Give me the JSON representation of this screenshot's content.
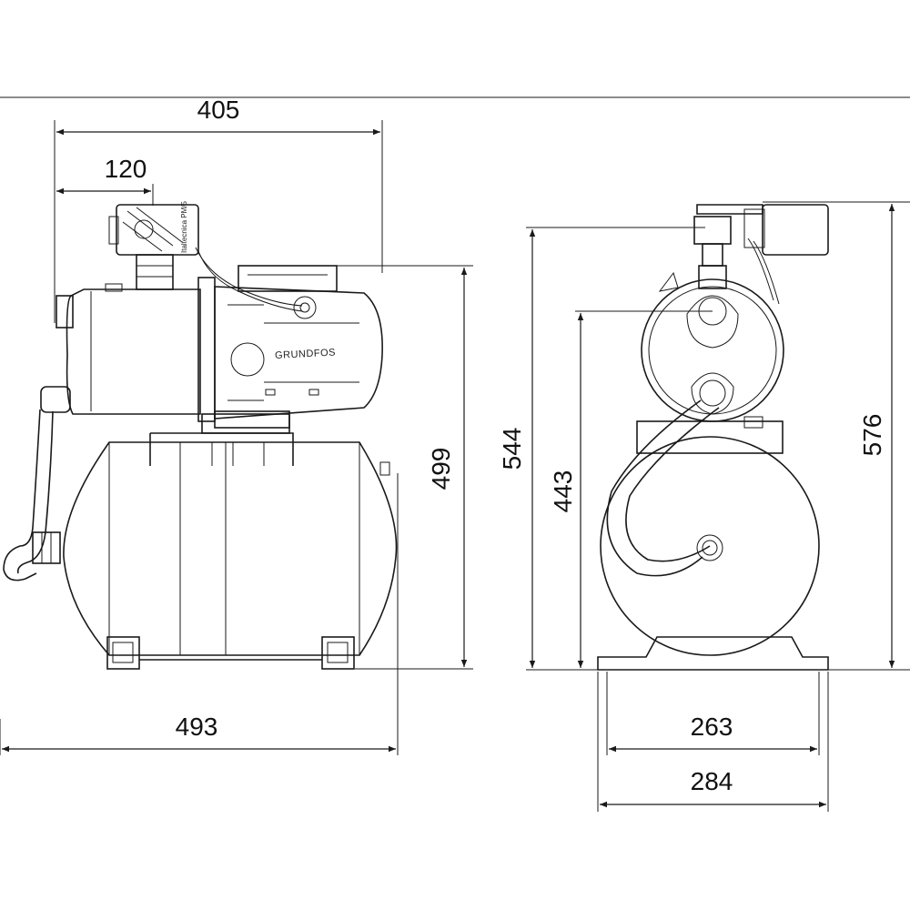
{
  "dimensions": {
    "front_overall_width": "405",
    "front_inlet_offset": "120",
    "front_height": "499",
    "front_base_width": "493",
    "side_height_top": "544",
    "side_height_outlet": "443",
    "side_height_total": "576",
    "side_base_inner": "263",
    "side_base_outer": "284"
  },
  "labels": {
    "brand": "GRUNDFOS",
    "switch": "Italtecnica PM/5"
  },
  "colors": {
    "line": "#1a1a1a",
    "background": "#ffffff"
  }
}
